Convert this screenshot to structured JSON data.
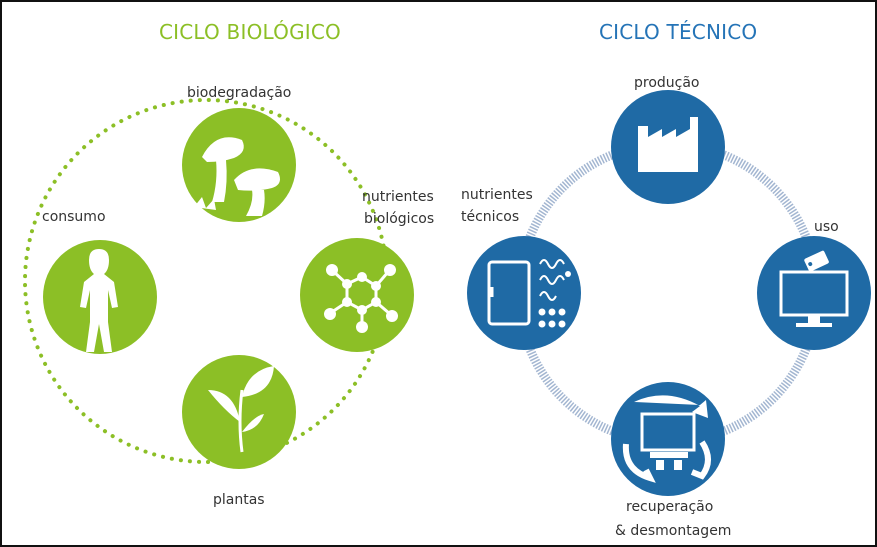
{
  "biological": {
    "title": "CICLO BIOLÓGICO",
    "color": "#8cbf26",
    "labels": {
      "biodegradation": "biodegradação",
      "nutrients_line1": "nutrientes",
      "nutrients_line2": "biológicos",
      "consumption": "consumo",
      "plants": "plantas"
    },
    "icons": [
      "mushroom-icon",
      "molecule-icon",
      "person-icon",
      "leaf-icon"
    ]
  },
  "technical": {
    "title": "CICLO TÉCNICO",
    "color": "#2574b7",
    "labels": {
      "production": "produção",
      "nutrients_line1": "nutrientes",
      "nutrients_line2": "técnicos",
      "use": "uso",
      "recovery_line1": "recuperação",
      "recovery_line2": "& desmontagem"
    },
    "icons": [
      "factory-icon",
      "circuit-board-icon",
      "monitor-icon",
      "recycle-monitor-icon"
    ]
  }
}
